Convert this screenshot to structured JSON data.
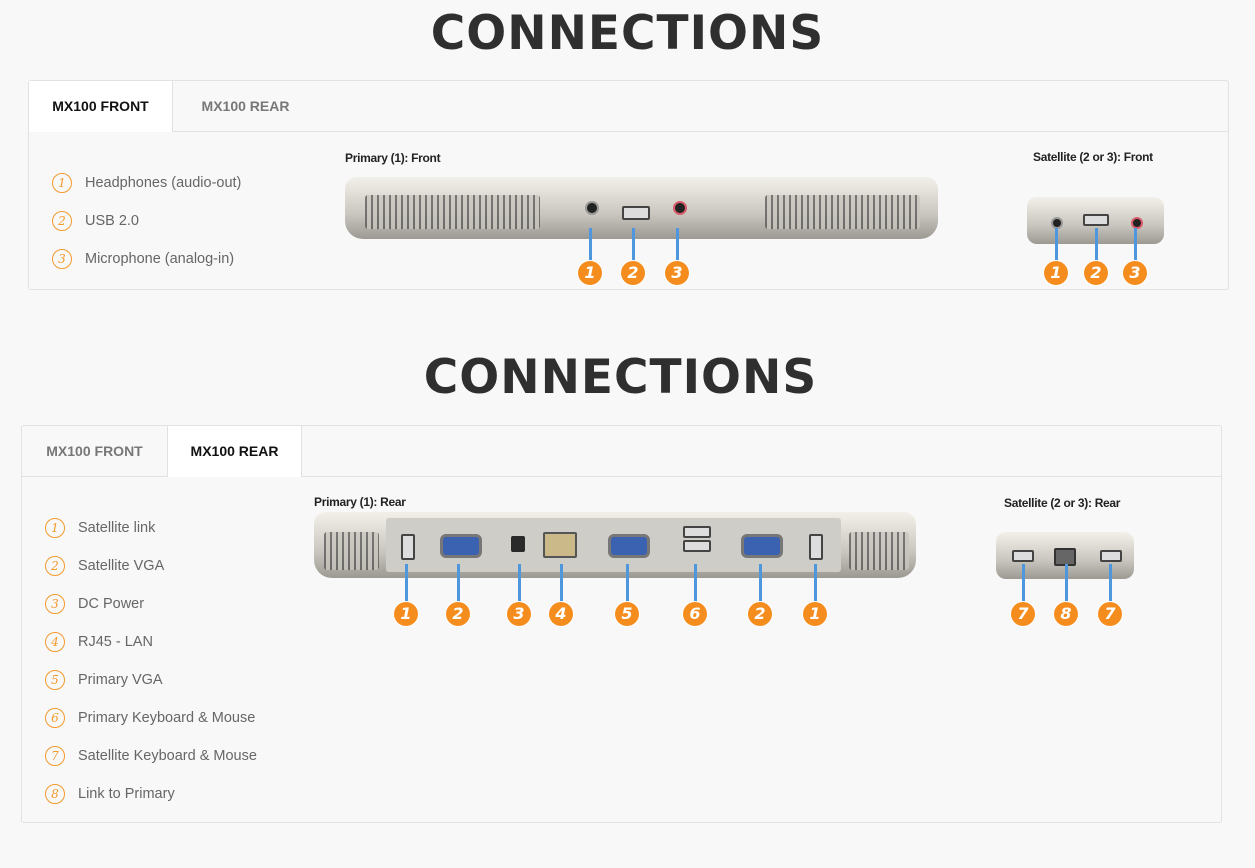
{
  "sections": [
    {
      "title": "CONNECTIONS",
      "tabs": [
        "MX100 FRONT",
        "MX100 REAR"
      ],
      "active_tab": 0,
      "legend": [
        {
          "num": "1",
          "label": "Headphones (audio-out)"
        },
        {
          "num": "2",
          "label": "USB 2.0"
        },
        {
          "num": "3",
          "label": "Microphone (analog-in)"
        }
      ],
      "primary_caption": "Primary (1): Front",
      "satellite_caption": "Satellite (2 or 3): Front",
      "primary_badges": [
        "1",
        "2",
        "3"
      ],
      "satellite_badges": [
        "1",
        "2",
        "3"
      ]
    },
    {
      "title": "CONNECTIONS",
      "tabs": [
        "MX100 FRONT",
        "MX100 REAR"
      ],
      "active_tab": 1,
      "legend": [
        {
          "num": "1",
          "label": "Satellite link"
        },
        {
          "num": "2",
          "label": "Satellite VGA"
        },
        {
          "num": "3",
          "label": "DC Power"
        },
        {
          "num": "4",
          "label": "RJ45 - LAN"
        },
        {
          "num": "5",
          "label": "Primary VGA"
        },
        {
          "num": "6",
          "label": "Primary Keyboard & Mouse"
        },
        {
          "num": "7",
          "label": "Satellite Keyboard & Mouse"
        },
        {
          "num": "8",
          "label": "Link to Primary"
        }
      ],
      "primary_caption": "Primary (1): Rear",
      "satellite_caption": "Satellite (2 or 3): Rear",
      "primary_badges": [
        "1",
        "2",
        "3",
        "4",
        "5",
        "6",
        "2",
        "1"
      ],
      "satellite_badges": [
        "7",
        "8",
        "7"
      ]
    }
  ],
  "colors": {
    "accent": "#f58d1e",
    "leader": "#4f97dc"
  }
}
